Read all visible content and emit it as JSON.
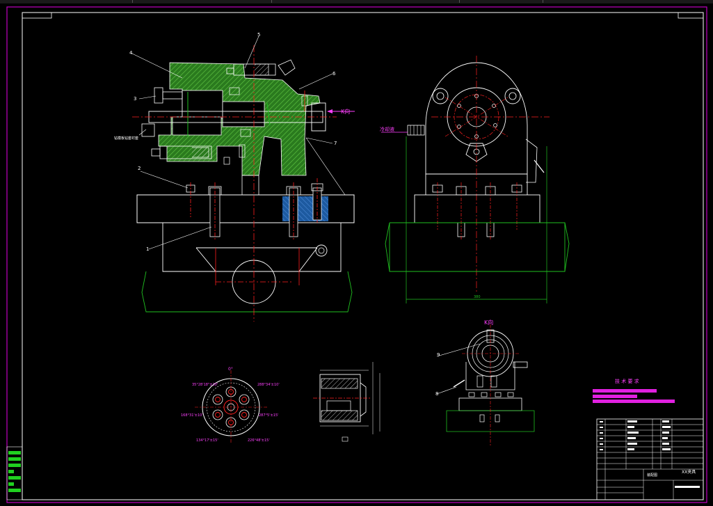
{
  "colors": {
    "background": "#000000",
    "outline": "#ffffff",
    "centerline": "#ff2020",
    "hatch": "#3a9a2a",
    "dimension": "#20c020",
    "frame": "#c000c0",
    "annotation": "#ff40ff",
    "leader": "#ffffff"
  },
  "labels": {
    "p1": "1",
    "p2": "2",
    "p3": "3",
    "p4": "4",
    "p5": "5",
    "p6": "6",
    "p7": "7",
    "p8": "8",
    "p9": "9",
    "k_dir_main": "K向",
    "k_dir_small": "K向",
    "plug_label": "冷却液",
    "gauge_note": "钻模板钻套衬套",
    "dim_bottom": "380",
    "angle_0": "0°"
  },
  "angles": {
    "a1": "35°28'18\"±10'",
    "a2": "288°34'±10'",
    "a3": "168°31'±10'",
    "a4": "287°5'±15'",
    "a5": "134°17'±15'",
    "a6": "226°48'±15'"
  },
  "notes": {
    "title": "技 术 要 求"
  },
  "title_block": {
    "drawing_name": "XX夹具",
    "part_name": "装配图"
  },
  "layer_panel": {
    "swatch_count": 7
  }
}
